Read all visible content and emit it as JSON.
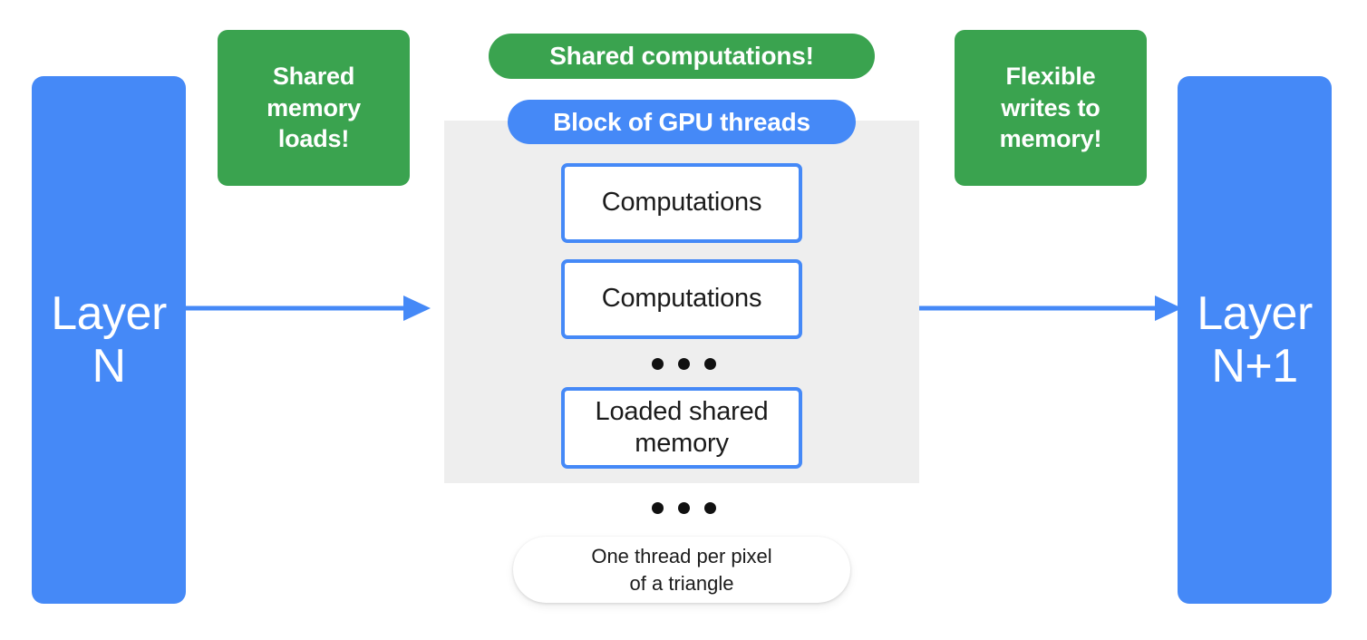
{
  "colors": {
    "blue": "#4589f7",
    "green": "#3aa34f",
    "panel_gray": "#eeeeee",
    "text_dark": "#1b1b1b",
    "white": "#ffffff"
  },
  "layers": {
    "left": {
      "label": "Layer\nN"
    },
    "right": {
      "label": "Layer\nN+1"
    }
  },
  "notes": {
    "left": {
      "label": "Shared\nmemory\nloads!"
    },
    "right": {
      "label": "Flexible\nwrites to\nmemory!"
    }
  },
  "pills": {
    "shared_computations": {
      "label": "Shared computations!"
    },
    "block_of_gpu_threads": {
      "label": "Block of GPU threads"
    },
    "one_thread_per_pixel": {
      "label": "One thread per pixel\nof a triangle"
    }
  },
  "gpu_block": {
    "thread_boxes": [
      {
        "label": "Computations"
      },
      {
        "label": "Computations"
      },
      {
        "label": "Loaded shared\nmemory"
      }
    ],
    "ellipsis_inner": "• • •",
    "ellipsis_outer": "• • •"
  },
  "arrows": [
    {
      "name": "layer-n-to-block",
      "direction": "right"
    },
    {
      "name": "block-to-layer-n-plus-1",
      "direction": "right"
    }
  ]
}
